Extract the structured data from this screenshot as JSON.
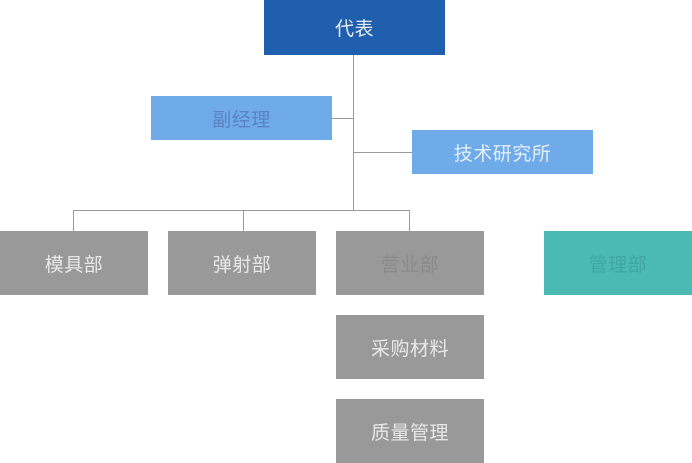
{
  "org_chart": {
    "root": {
      "label": "代表",
      "color": "#1f5fad"
    },
    "staff": [
      {
        "label": "副经理",
        "color": "#6fabe8",
        "text_color": "#5a83c4"
      },
      {
        "label": "技术研究所",
        "color": "#6fabe8",
        "text_color": "#e4eef9"
      }
    ],
    "departments": [
      {
        "label": "模具部",
        "color": "#999999"
      },
      {
        "label": "弹射部",
        "color": "#999999"
      },
      {
        "label": "营业部",
        "color": "#999999",
        "text_color": "#8a8a8a"
      },
      {
        "label": "管理部",
        "color": "#4bbab5",
        "text_color": "#41a6a2"
      }
    ],
    "sales_sub": [
      {
        "label": "采购材料",
        "color": "#999999"
      },
      {
        "label": "质量管理",
        "color": "#999999"
      }
    ],
    "line_color": "#9a9a9a"
  }
}
